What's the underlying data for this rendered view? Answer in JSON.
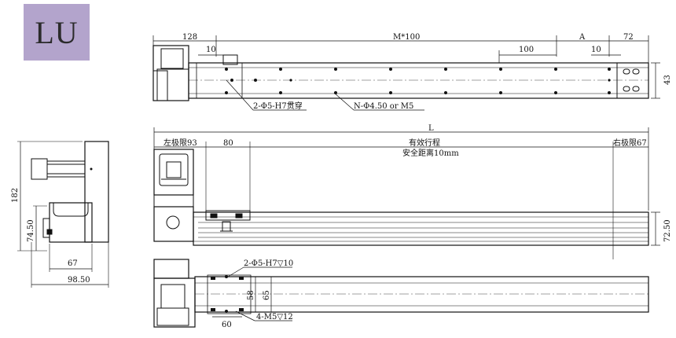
{
  "badge": {
    "label": "LU",
    "color": "#b3a4cc"
  },
  "top_view": {
    "dims": {
      "left": "128",
      "pitch": "M*100",
      "a": "A",
      "right": "72",
      "edge10_left": "10",
      "hole_pitch": "100",
      "edge10_right": "10",
      "height": "43"
    },
    "callouts": {
      "pin_holes": "2-Φ5-H7贯穿",
      "mount_holes": "N-Φ4.50 or M5"
    }
  },
  "side_view": {
    "dims": {
      "length": "L",
      "left_limit": "左极限93",
      "carriage": "80",
      "stroke": "有效行程",
      "safety": "安全距离10mm",
      "right_limit": "右极限67",
      "height": "72.50"
    }
  },
  "bottom_view": {
    "dims": {
      "pin_holes": "2-Φ5-H7▽10",
      "d58": "58",
      "d65": "65",
      "d60": "60",
      "threads": "4-M5▽12"
    }
  },
  "end_view": {
    "dims": {
      "height": "182",
      "d74": "74.50",
      "d67": "67",
      "width": "98.50"
    }
  }
}
